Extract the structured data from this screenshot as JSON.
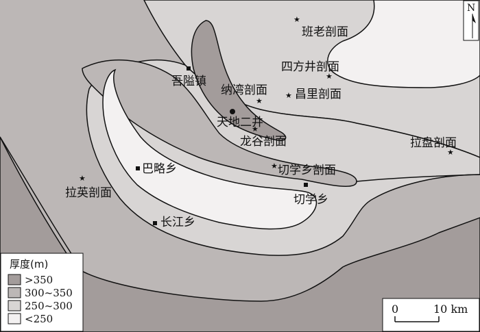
{
  "colors": {
    "gt350": "#a39c9b",
    "c300_350": "#bcb7b6",
    "c250_300": "#d8d5d4",
    "lt250": "#f3f1f1",
    "line": "#111111"
  },
  "legend": {
    "title": "厚度(m)",
    "items": [
      {
        "label": ">350",
        "color_key": "gt350"
      },
      {
        "label": "300~350",
        "color_key": "c300_350"
      },
      {
        "label": "250~300",
        "color_key": "c250_300"
      },
      {
        "label": "<250",
        "color_key": "lt250"
      }
    ]
  },
  "north": {
    "label": "N"
  },
  "scale": {
    "start": "0",
    "end": "10 km"
  },
  "places": {
    "banlao": "班老剖面",
    "sifangjing": "四方井剖面",
    "wulongzhen": "吾隘镇",
    "nawan": "纳湾剖面",
    "changli": "昌里剖面",
    "tiandi": "天地二井",
    "longgu": "龙谷剖面",
    "lapan": "拉盘剖面",
    "bailue": "巴略乡",
    "qiexuepm": "切学乡剖面",
    "laying": "拉英剖面",
    "qiexue": "切学乡",
    "changjiang": "长江乡"
  },
  "symbols": {
    "section": "star",
    "town": "square",
    "well": "dot"
  }
}
